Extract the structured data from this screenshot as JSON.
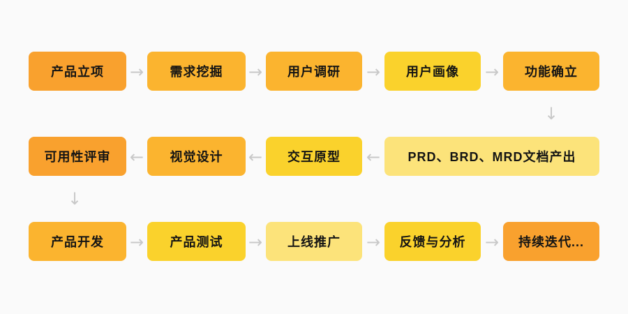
{
  "diagram": {
    "description_labels": [],
    "background_color": "#FAFAFA",
    "text_color": "#141414",
    "arrow_color": "#C8C8C8"
  },
  "palette": {
    "orange": "#F9A12E",
    "amber": "#FBB42F",
    "gold": "#FAD22C",
    "pale_yellow": "#FCE37A"
  },
  "icons": {
    "arrow_right": "→",
    "arrow_left": "←",
    "arrow_down": "↓"
  },
  "flow": {
    "nodes": [
      {
        "label": "产品立项",
        "color": "#F9A12E"
      },
      {
        "label": "需求挖掘",
        "color": "#FBB42F"
      },
      {
        "label": "用户调研",
        "color": "#FBB42F"
      },
      {
        "label": "用户画像",
        "color": "#FAD22C"
      },
      {
        "label": "功能确立",
        "color": "#FBB42F"
      },
      {
        "label": "可用性评审",
        "color": "#F9A12E"
      },
      {
        "label": "视觉设计",
        "color": "#FBB42F"
      },
      {
        "label": "交互原型",
        "color": "#FAD22C"
      },
      {
        "label": "PRD、BRD、MRD文档产出",
        "color": "#FCE37A"
      },
      {
        "label": "产品开发",
        "color": "#FBB42F"
      },
      {
        "label": "产品测试",
        "color": "#FAD22C"
      },
      {
        "label": "上线推广",
        "color": "#FCE37A"
      },
      {
        "label": "反馈与分析",
        "color": "#FAD22C"
      },
      {
        "label": "持续迭代...",
        "color": "#F9A12E"
      }
    ]
  }
}
